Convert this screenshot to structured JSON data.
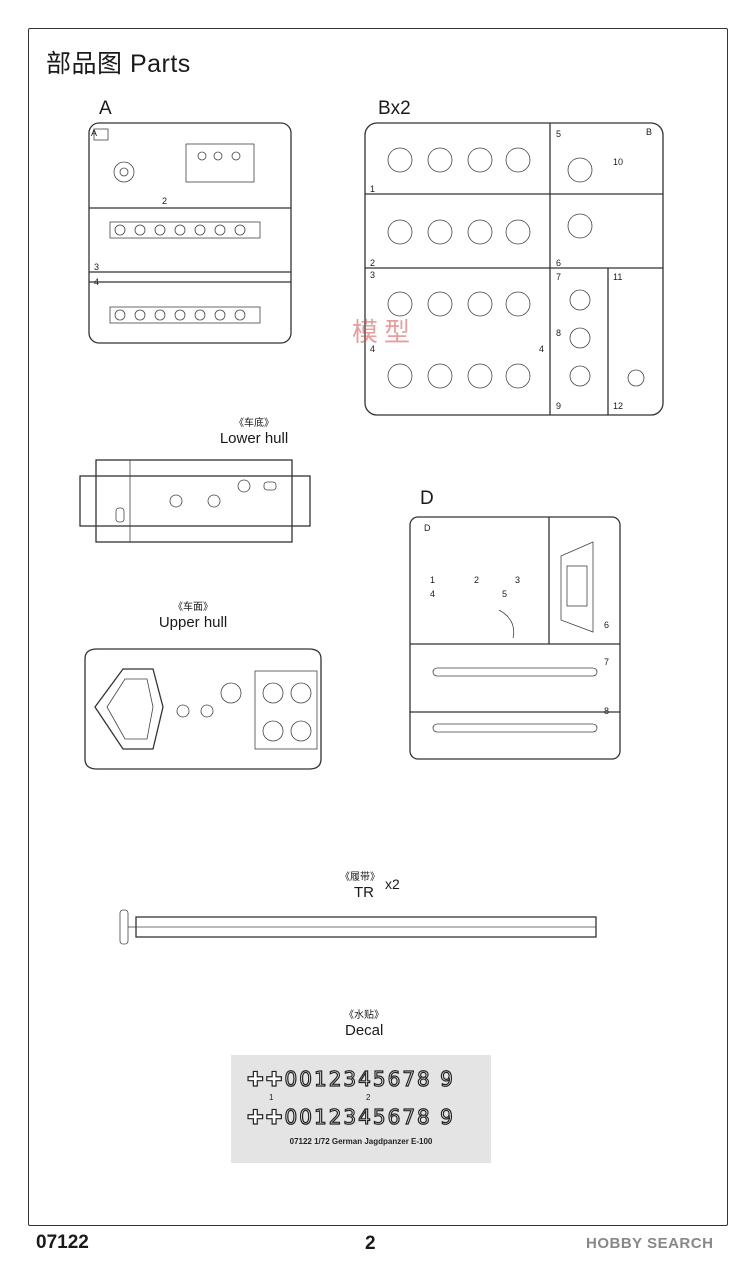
{
  "page": {
    "title": "部品图 Parts",
    "code": "07122",
    "number": "2"
  },
  "sprues": {
    "a_label": "A",
    "a_tag": "A",
    "a_numbers": [
      "2",
      "3",
      "4"
    ],
    "b_label": "Bx2",
    "b_tag": "B",
    "b_numbers": [
      "1",
      "2",
      "3",
      "4",
      "4",
      "5",
      "6",
      "7",
      "8",
      "9",
      "10",
      "11",
      "12"
    ],
    "d_label": "D",
    "d_tag": "D",
    "d_numbers": [
      "1",
      "2",
      "3",
      "4",
      "5",
      "6",
      "7",
      "8"
    ]
  },
  "hull": {
    "lower_cn": "《车底》",
    "lower_en": "Lower  hull",
    "upper_cn": "《车面》",
    "upper_en": "Upper hull"
  },
  "track": {
    "cn": "《履带》",
    "en": "TR",
    "qty": "x2"
  },
  "decal": {
    "cn": "《水贴》",
    "en": "Decal",
    "row1": "✚✚0012345678 9",
    "row2": "✚✚0012345678 9",
    "num1": "1",
    "num2": "2",
    "caption": "07122 1/72 German Jagdpanzer E-100"
  },
  "watermark": {
    "stamp": "模型",
    "site": "HOBBY SEARCH"
  }
}
